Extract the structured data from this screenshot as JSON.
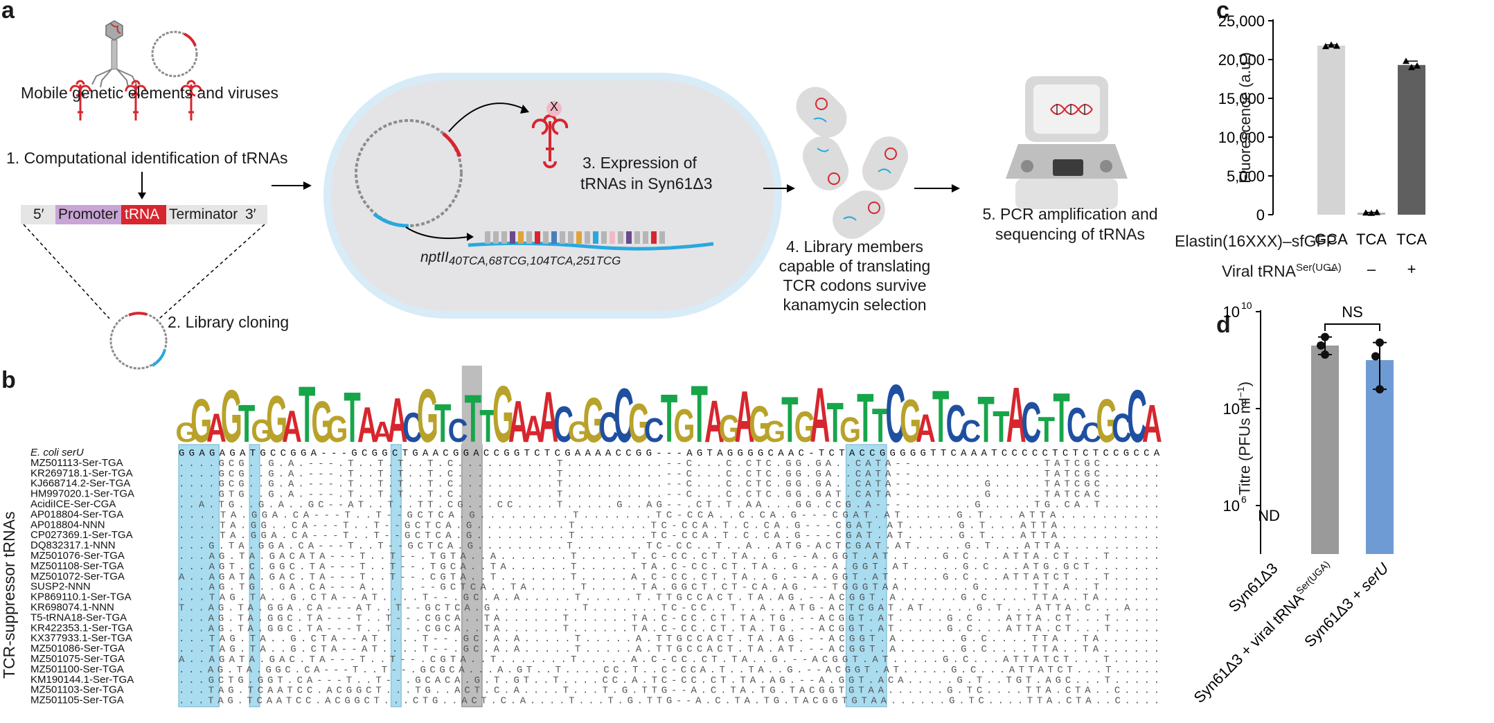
{
  "panel_a": {
    "letter": "a",
    "mobile_elements": "Mobile genetic elements and viruses",
    "step1": "1. Computational identification of tRNAs",
    "construct": {
      "five_prime": "5′",
      "promoter": "Promoter",
      "trna": "tRNA",
      "terminator": "Terminator",
      "three_prime": "3′"
    },
    "step2": "2. Library cloning",
    "step3_line1": "3. Expression of",
    "step3_line2": "tRNAs in Syn61Δ3",
    "trna_mark": "X",
    "gene_name": "nptII",
    "gene_sub": "40TCA,68TCG,104TCA,251TCG",
    "step4": [
      "4. Library members",
      "capable of translating",
      "TCR codons survive",
      "kanamycin selection"
    ],
    "step5": [
      "5. PCR amplification and",
      "sequencing of tRNAs"
    ]
  },
  "panel_b": {
    "letter": "b",
    "y_title": "TCR-suppressor tRNAs",
    "logo_letters": [
      "G",
      "G",
      "A",
      "G",
      "T",
      "G",
      "G",
      "A",
      "T",
      "G",
      "G",
      "T",
      "A",
      "A",
      "A",
      "C",
      "G",
      "T",
      "C",
      "T",
      "T",
      "G",
      "A",
      "A",
      "A",
      "C",
      "G",
      "G",
      "C",
      "C",
      "G",
      "C",
      "T",
      "G",
      "T",
      "A",
      "G",
      "A",
      "G",
      "G",
      "T",
      "G",
      "A",
      "T",
      "G",
      "T",
      "T",
      "C",
      "G",
      "A",
      "T",
      "C",
      "C",
      "T",
      "T",
      "A",
      "C",
      "T",
      "T",
      "C",
      "C",
      "G",
      "C",
      "C",
      "A"
    ],
    "rows": [
      {
        "name": "E. coli serU",
        "seq": "GGAGAGATGCCGGA---GCGGCTGAACGGACCGGTCTCGAAAACCGG---AGTAGGGGCAAC-TCTACCGGGGGTTCAAATCCCCCTCTCTCCGCCA"
      },
      {
        "name": "MZ501113-Ser-TGA",
        "seq": "....GCG..G.A.---.T..T.T..T.C..........T..........--C...C.CTC.GG.GA..CATA--.............TATCGC......"
      },
      {
        "name": "KR269718.1-Ser-TGA",
        "seq": "....GCG..G.A.---.T..T.T..T.C..........T..........--C...C.CTC.GG.GA..CATA--.............TATCGC......"
      },
      {
        "name": "KJ668714.2-Ser-TGA",
        "seq": "....GCG..G.A.---.T..T.T..T.C..........T..........--C...C.CTC.GG.GA..CATA--.......G.....TATCGC......"
      },
      {
        "name": "HM997020.1-Ser-TGA",
        "seq": "....GTG..G.A.---.T..T.T..T.C..........T..........--C...C.CTC.GG.GAT.CATA--.......G.....TATCAC......"
      },
      {
        "name": "AcidiICE-Ser-CGA",
        "seq": "..A.TG..G.A..GC--AT..T..TT.CG...CC....T.....G..AG--.CT.T.AA...GG.CCG.A---.......G.....TG.CA.T......"
      },
      {
        "name": "AP018804-Ser-TGA",
        "seq": "....TA.GGA.CA---T..T--GCTCA.G.........T.......TC-CCA..C.CA.G---CGAT.AT.....G.T...ATTA.........."
      },
      {
        "name": "AP018804-NNN",
        "seq": "....TA.GG..CA---T..T--GCTCA.G.........T.......TC-CCA.T.C.CA.G---CGAT.AT.....G.T...ATTA.........."
      },
      {
        "name": "CP027369.1-Ser-TGA",
        "seq": "....TA.GGA.CA---T..T--GCTCA.G.........T.......TC-CCA.T.C.CA.G---CGAT.AT.....G.T...ATTA.........."
      },
      {
        "name": "DQ832317.1-NNN",
        "seq": "...G.TA.GGA.CA---T..T--GCTCA.G.........T.......TC-CC..T..A..ATG-ACTCGAT.AT.....G.T...ATTA.........."
      },
      {
        "name": "MZ501076-Ser-TGA",
        "seq": "...AG.TA.GACATA---T..T--.TGTA..A.......T.....T.C-CC.CT.TA..G.--A.GGT.AT.....G.C...ATTA.CT...T....."
      },
      {
        "name": "MZ501108-Ser-TGA",
        "seq": "...AGT.C.GGC.TA---T..T--.TGCA..TA......T......TA.C-CC.CT.TA..G.--A.GGT.AT.....G.C...ATG.GCT......."
      },
      {
        "name": "MZ501072-Ser-TGA",
        "seq": "A..AGATA.GAC.TA---T..T--.CGTA..T.......T.....A.C-CC.CT.TA..G.--A.GGT.AT.....G.C...ATTATCT...T....."
      },
      {
        "name": "SUSP2-NNN",
        "seq": "...AG.TG..GA.CA---A.....--GCTCA..TA.....T.....TA.GGCT.CT-CA.AG.--TGGGTAA.......G.....TT.A..T......"
      },
      {
        "name": "KP869110.1-Ser-TGA",
        "seq": "...TAG.TA..G.CTA--AT....T--.GC.A.A.....T.....T.TTGCCACT.TA.AG.--ACGGT.A......G.C....TTA..TA......"
      },
      {
        "name": "KR698074.1-NNN",
        "seq": "T..AG.TA.GGA.CA---AT..T--GCTCA.G.........T.......TC-CC..T..A..ATG-ACTCGAT.AT.....G.T...ATTA.C...A..."
      },
      {
        "name": "T5-tRNA18-Ser-TGA",
        "seq": "...AG.TA.GGC.TA---T..T--.CGCA..TA......T......TA.C-CC.CT.TA.TG.--ACGGT.AT.....G.C...ATTA.CT...T....."
      },
      {
        "name": "KR422353.1-Ser-TGA",
        "seq": "...AG.TA.GGC.TA---T..T--.CGCA..TA......T......TA.C-CC.CT.TA.TG.--ACGGT.AT.....G.C...ATTA.CT...T....."
      },
      {
        "name": "KX377933.1-Ser-TGA",
        "seq": "...TAG.TA..G.CTA--AT....T--.GC.A.A.....T.....A.TTGCCACT.TA.AG.--ACGGT.A......G.C....TTA..TA......"
      },
      {
        "name": "MZ501086-Ser-TGA",
        "seq": "...TAG.TA..G.CTA--AT....T--.GC.A.A.....T.....A.TTGCCACT.TA.AT.--ACGGT.A......G.C....TTA..TA......"
      },
      {
        "name": "MZ501075-Ser-TGA",
        "seq": "A..AGATA.GAC.TA---T..T--.CGTA..T.......T.....A.C-CC.CT.TA..G.--ACGGT.AT.....G.C...ATTATCT...T....."
      },
      {
        "name": "MZ501100-Ser-TGA",
        "seq": "...AG.TA.GGC.CA---T..T--.GCGCA...A.GT..T....CC.T..C-CCA.T..TA..G.--ACGGT.AT.....G.C...ATTATCT...T....."
      },
      {
        "name": "KM190144.1-Ser-TGA",
        "seq": "...GCTG.GGT.CA---T..T--.GCACA.G.T.GT..T....CC.A.TC-CC.CT.TA.AG.--A.GGT.ACA.....G.T..TGT.AGC...T....."
      },
      {
        "name": "MZ501103-Ser-TGA",
        "seq": "...TAG.TCAATCC.ACGGCT...TG..ACT.C.A....T...T.G.TTG--A.C.TA.TG.TACGGTGTAA......G.TC....TTA.CTA..C...."
      },
      {
        "name": "MZ501105-Ser-TGA",
        "seq": "...TAG.TCAATCC.ACGGCT...CTG..ACT.C.A....T...T.G.TTG--A.C.TA.TG.TACGGTGTAA......G.TC....TTA.CTA..C...."
      }
    ]
  },
  "panel_c": {
    "letter": "c",
    "row1_label": "Elastin(16XXX)–sfGFP",
    "row2_label": "Viral tRNA",
    "row2_sup": "Ser(UGA)",
    "row2_values": [
      "–",
      "–",
      "+"
    ],
    "chart_data": {
      "type": "bar",
      "categories": [
        "GCA",
        "TCA",
        "TCA"
      ],
      "values": [
        21800,
        250,
        19300
      ],
      "points": [
        [
          21700,
          21900,
          21750
        ],
        [
          250,
          200,
          300
        ],
        [
          19800,
          19000,
          19200
        ]
      ],
      "bar_colors": [
        "#d4d4d4",
        "#b0b0b0",
        "#5f5f5f"
      ],
      "ylabel": "Fluorescence (a.u.)",
      "ylim": [
        0,
        25000
      ],
      "yticks": [
        "0",
        "5,000",
        "10,000",
        "15,000",
        "20,000",
        "25,000"
      ]
    }
  },
  "panel_d": {
    "letter": "d",
    "nd": "ND",
    "ns": "NS",
    "chart_data": {
      "type": "bar",
      "y_scale": "log",
      "categories": [
        "Syn61Δ3",
        "Syn61Δ3 + viral tRNASer(UGA)",
        "Syn61Δ3 + serU"
      ],
      "values": [
        null,
        2000000000.0,
        1000000000.0
      ],
      "points": [
        [],
        [
          3000000000.0,
          2000000000.0,
          1300000000.0
        ],
        [
          2300000000.0,
          1200000000.0,
          250000000.0
        ]
      ],
      "bar_colors": [
        "#9a9a9a",
        "#9a9a9a",
        "#6e9bd3"
      ],
      "ylabel": "Titre (PFUs ml",
      "ylabel_sup": "−1",
      "ylabel_end": ")",
      "ylim": [
        100000.0,
        10000000000.0
      ],
      "ytick_base": "10",
      "ytick_exps": [
        "6",
        "8",
        "10"
      ],
      "xlabel_parts": [
        {
          "main": "Syn61Δ3"
        },
        {
          "main": "Syn61Δ3 + viral tRNA",
          "sup": "Ser(UGA)"
        },
        {
          "main": "Syn61Δ3 + ",
          "ital": "serU"
        }
      ]
    }
  }
}
